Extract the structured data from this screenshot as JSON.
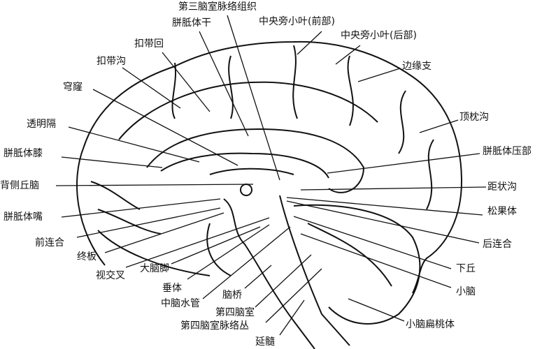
{
  "labels": {
    "choroid_tela_third_ventricle": "第三脑室脉络组织",
    "corpus_callosum_trunk": "胼胝体干",
    "paracentral_lobule_anterior": "中央旁小叶(前部)",
    "paracentral_lobule_posterior": "中央旁小叶(后部)",
    "marginal_branch": "边缘支",
    "cingulate_gyrus": "扣带回",
    "cingulate_sulcus": "扣带沟",
    "fornix": "穹窿",
    "parieto_occipital_sulcus": "顶枕沟",
    "septum_pellucidum": "透明隔",
    "splenium": "胼胝体压部",
    "genu": "胼胝体膝",
    "dorsal_thalamus": "背侧丘脑",
    "calcarine_sulcus": "距状沟",
    "rostrum": "胼胝体嘴",
    "pineal_body": "松果体",
    "anterior_commissure": "前连合",
    "posterior_commissure": "后连合",
    "lamina_terminalis": "终板",
    "inferior_colliculus": "下丘",
    "optic_chiasm": "视交叉",
    "cerebral_peduncle": "大脑脚",
    "cerebellum": "小脑",
    "hypophysis": "垂体",
    "cerebral_aqueduct": "中脑水管",
    "pons": "脑桥",
    "fourth_ventricle": "第四脑室",
    "cerebellar_tonsil": "小脑扁桃体",
    "choroid_plexus_fourth_ventricle": "第四脑室脉络丛",
    "medulla_oblongata": "延髓"
  }
}
